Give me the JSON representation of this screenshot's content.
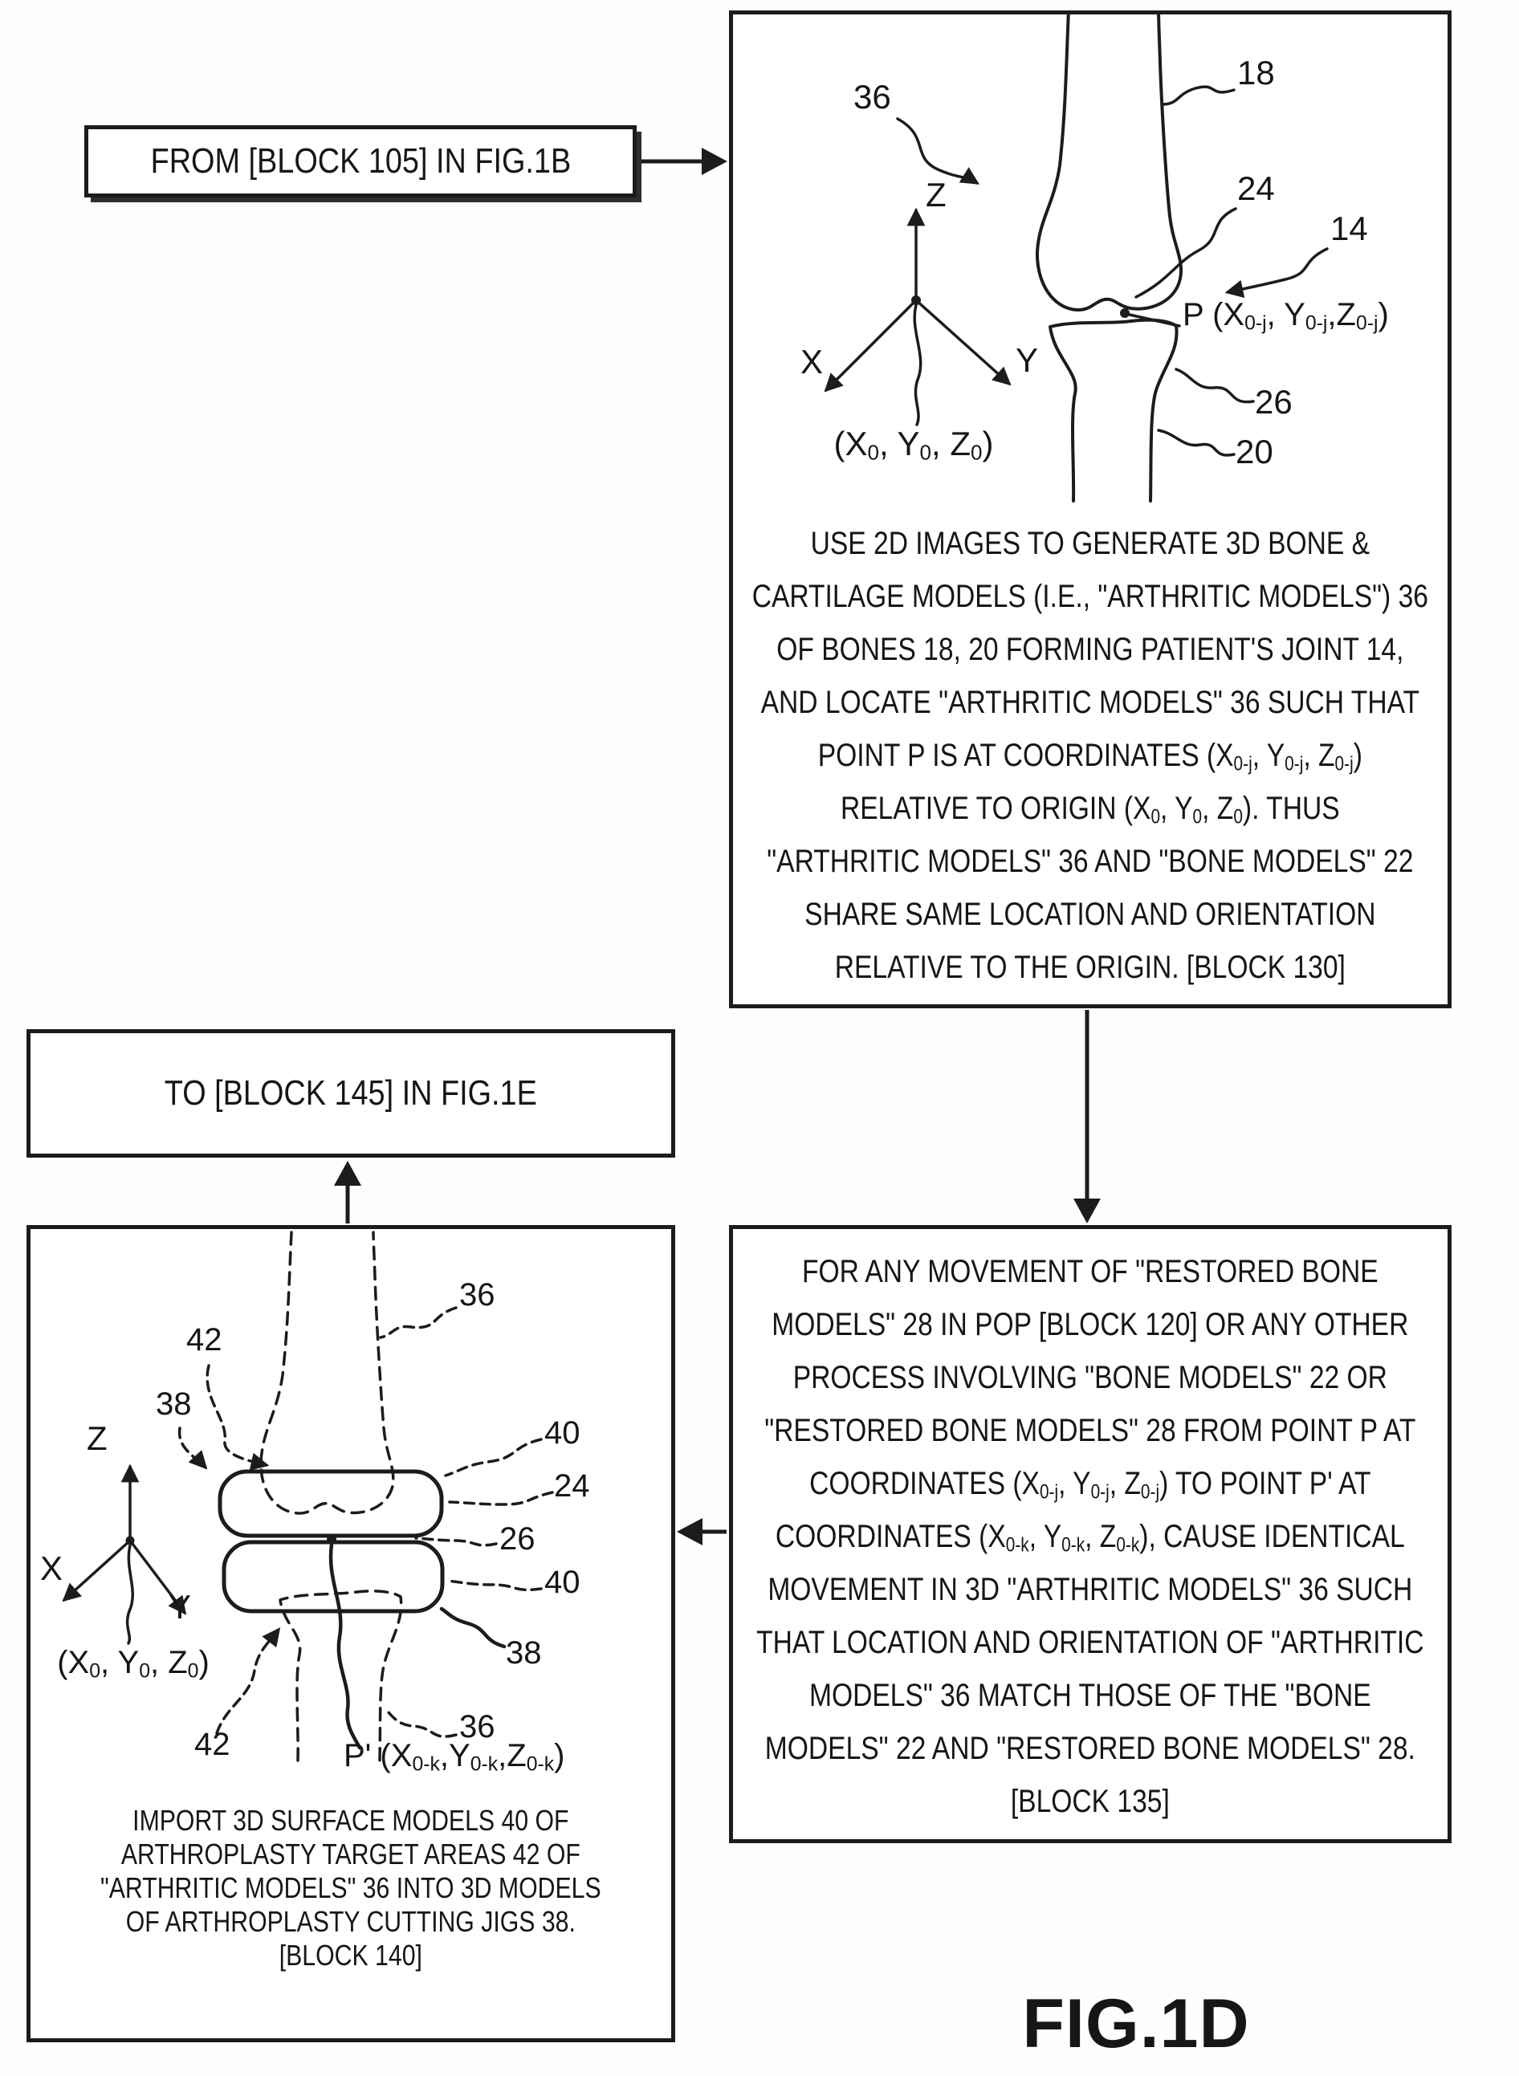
{
  "figure_label": "FIG.1D",
  "from_box": {
    "label": "FROM [BLOCK 105] IN FIG.1B"
  },
  "to_box": {
    "label": "TO [BLOCK 145] IN FIG.1E"
  },
  "block130": {
    "body_html": "USE 2D IMAGES TO GENERATE 3D BONE &amp;<br>CARTILAGE MODELS (I.E., \"ARTHRITIC MODELS\") 36<br>OF BONES 18, 20 FORMING PATIENT'S JOINT 14,<br>AND LOCATE \"ARTHRITIC MODELS\" 36 SUCH THAT<br>POINT P IS AT COORDINATES (X<sub>0-j</sub>, Y<sub>0-j</sub>, Z<sub>0-j</sub>)<br>RELATIVE TO ORIGIN (X<sub>0</sub>, Y<sub>0</sub>, Z<sub>0</sub>). THUS<br>\"ARTHRITIC MODELS\" 36 AND \"BONE MODELS\" 22<br>SHARE SAME LOCATION AND ORIENTATION<br>RELATIVE TO THE ORIGIN. [BLOCK 130]",
    "axis": {
      "x": "X",
      "y": "Y",
      "z": "Z",
      "origin_html": "(X<sub>0</sub>, Y<sub>0</sub>, Z<sub>0</sub>)"
    },
    "point_label_html": "P (X<sub>0-j</sub>, Y<sub>0-j</sub>,Z<sub>0-j</sub>)",
    "refs": {
      "r36": "36",
      "r18": "18",
      "r24": "24",
      "r14": "14",
      "r26": "26",
      "r20": "20"
    }
  },
  "block135": {
    "body_html": "FOR ANY MOVEMENT OF \"RESTORED BONE<br>MODELS\" 28 IN POP [BLOCK 120] OR ANY OTHER<br>PROCESS INVOLVING \"BONE MODELS\" 22 OR<br>\"RESTORED BONE MODELS\" 28 FROM POINT P AT<br>COORDINATES (X<sub>0-j</sub>, Y<sub>0-j</sub>, Z<sub>0-j</sub>) TO POINT P' AT<br>COORDINATES (X<sub>0-k</sub>, Y<sub>0-k</sub>, Z<sub>0-k</sub>), CAUSE IDENTICAL<br>MOVEMENT IN 3D \"ARTHRITIC MODELS\" 36 SUCH<br>THAT LOCATION AND ORIENTATION OF \"ARTHRITIC<br>MODELS\" 36 MATCH THOSE OF THE \"BONE<br>MODELS\" 22 AND \"RESTORED BONE MODELS\" 28.<br>[BLOCK 135]"
  },
  "block140": {
    "body_html": "IMPORT 3D SURFACE MODELS 40 OF<br>ARTHROPLASTY TARGET AREAS 42 OF<br>\"ARTHRITIC MODELS\" 36 INTO 3D MODELS<br>OF ARTHROPLASTY CUTTING JIGS 38.<br>[BLOCK 140]",
    "axis": {
      "x": "X",
      "y": "Y",
      "z": "Z",
      "origin_html": "(X<sub>0</sub>, Y<sub>0</sub>, Z<sub>0</sub>)"
    },
    "point_label_html": "P' (X<sub>0-k</sub>,Y<sub>0-k</sub>,Z<sub>0-k</sub>)",
    "refs": {
      "r42a": "42",
      "r38a": "38",
      "r36a": "36",
      "r40a": "40",
      "r24": "24",
      "r26": "26",
      "r40b": "40",
      "r38b": "38",
      "r42b": "42",
      "r36b": "36"
    }
  }
}
